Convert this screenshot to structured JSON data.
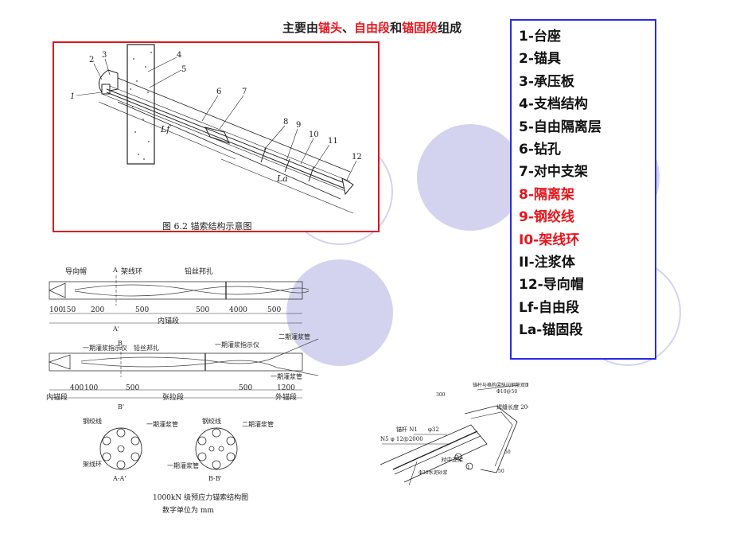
{
  "title": {
    "parts": [
      {
        "text": "主要由",
        "color": "#222222"
      },
      {
        "text": "锚头",
        "color": "#e8141b"
      },
      {
        "text": "、",
        "color": "#222222"
      },
      {
        "text": "自由段",
        "color": "#e8141b"
      },
      {
        "text": "和",
        "color": "#222222"
      },
      {
        "text": "锚固段",
        "color": "#e8141b"
      },
      {
        "text": "组成",
        "color": "#222222"
      }
    ]
  },
  "legend": {
    "border_color": "#2a2ae8",
    "items": [
      {
        "text": "1-台座",
        "highlight": false
      },
      {
        "text": "2-锚具",
        "highlight": false
      },
      {
        "text": "3-承压板",
        "highlight": false
      },
      {
        "text": "4-支档结构",
        "highlight": false
      },
      {
        "text": "5-自由隔离层",
        "highlight": false
      },
      {
        "text": "6-钻孔",
        "highlight": false
      },
      {
        "text": "7-对中支架",
        "highlight": false
      },
      {
        "text": "8-隔离架",
        "highlight": true
      },
      {
        "text": "9-钢绞线",
        "highlight": true
      },
      {
        "text": "I0-架线环",
        "highlight": true
      },
      {
        "text": "II-注浆体",
        "highlight": false
      },
      {
        "text": "12-导向帽",
        "highlight": false
      },
      {
        "text": "Lf-自由段",
        "highlight": false
      },
      {
        "text": "La-锚固段",
        "highlight": false
      }
    ]
  },
  "figure1": {
    "border_color": "#e0141e",
    "caption": "图 6.2    锚索结构示意图",
    "numbers": [
      "1",
      "2",
      "3",
      "4",
      "5",
      "6",
      "7",
      "8",
      "9",
      "10",
      "11",
      "12"
    ],
    "lf": "Lf",
    "la": "La"
  },
  "figure2": {
    "labels": {
      "guide_cap": "导向帽",
      "ring": "架线环",
      "wire_tie": "铅丝邦扎",
      "section_a": "A",
      "section_a_prime": "A'",
      "section_b": "B",
      "section_b_prime": "B'",
      "grout1_ind": "一期灌浆指示仪",
      "wire_tie2": "铅丝邦扎",
      "grout1_ind2": "一期灌浆指示仪",
      "grout2_pipe": "二期灌浆管",
      "grout1_pipe": "一期灌浆管",
      "strand": "钢绞线",
      "ring2": "架线环",
      "strand2": "钢绞线",
      "grout2_pipe2": "二期灌浆管",
      "grout1_pipe2": "一期灌浆管",
      "grout1_pipe3": "一期灌浆管",
      "sec_aa": "A-A'",
      "sec_bb": "B-B'"
    },
    "dims_top": [
      "100",
      "150",
      "200",
      "500",
      "500",
      "4000",
      "500"
    ],
    "inner_anchor": "内锚段",
    "dims_bottom": [
      "400",
      "100",
      "500",
      "500",
      "1200"
    ],
    "seg_inner": "内锚段",
    "seg_tension": "张拉段",
    "seg_outer": "外锚段",
    "caption1": "1000kN 级预应力锚索结构图",
    "caption2": "数字单位为 mm"
  },
  "figure3": {
    "labels": {
      "anchor_bar": "锚杆 N1",
      "anchor_spec": "φ32",
      "n5": "N5 φ 12@2000",
      "center_frame": "对中支架",
      "grout": "Φ30水泥砂浆",
      "weld_note": "锚杆与格构梁纵向钢筋双面焊接",
      "weld_spec": "焊缝长度 20Φ50",
      "d300": "300",
      "d50a": "50",
      "d50b": "50",
      "phi": "Φ10@50",
      "circle1": "1",
      "circle2": "2"
    }
  }
}
